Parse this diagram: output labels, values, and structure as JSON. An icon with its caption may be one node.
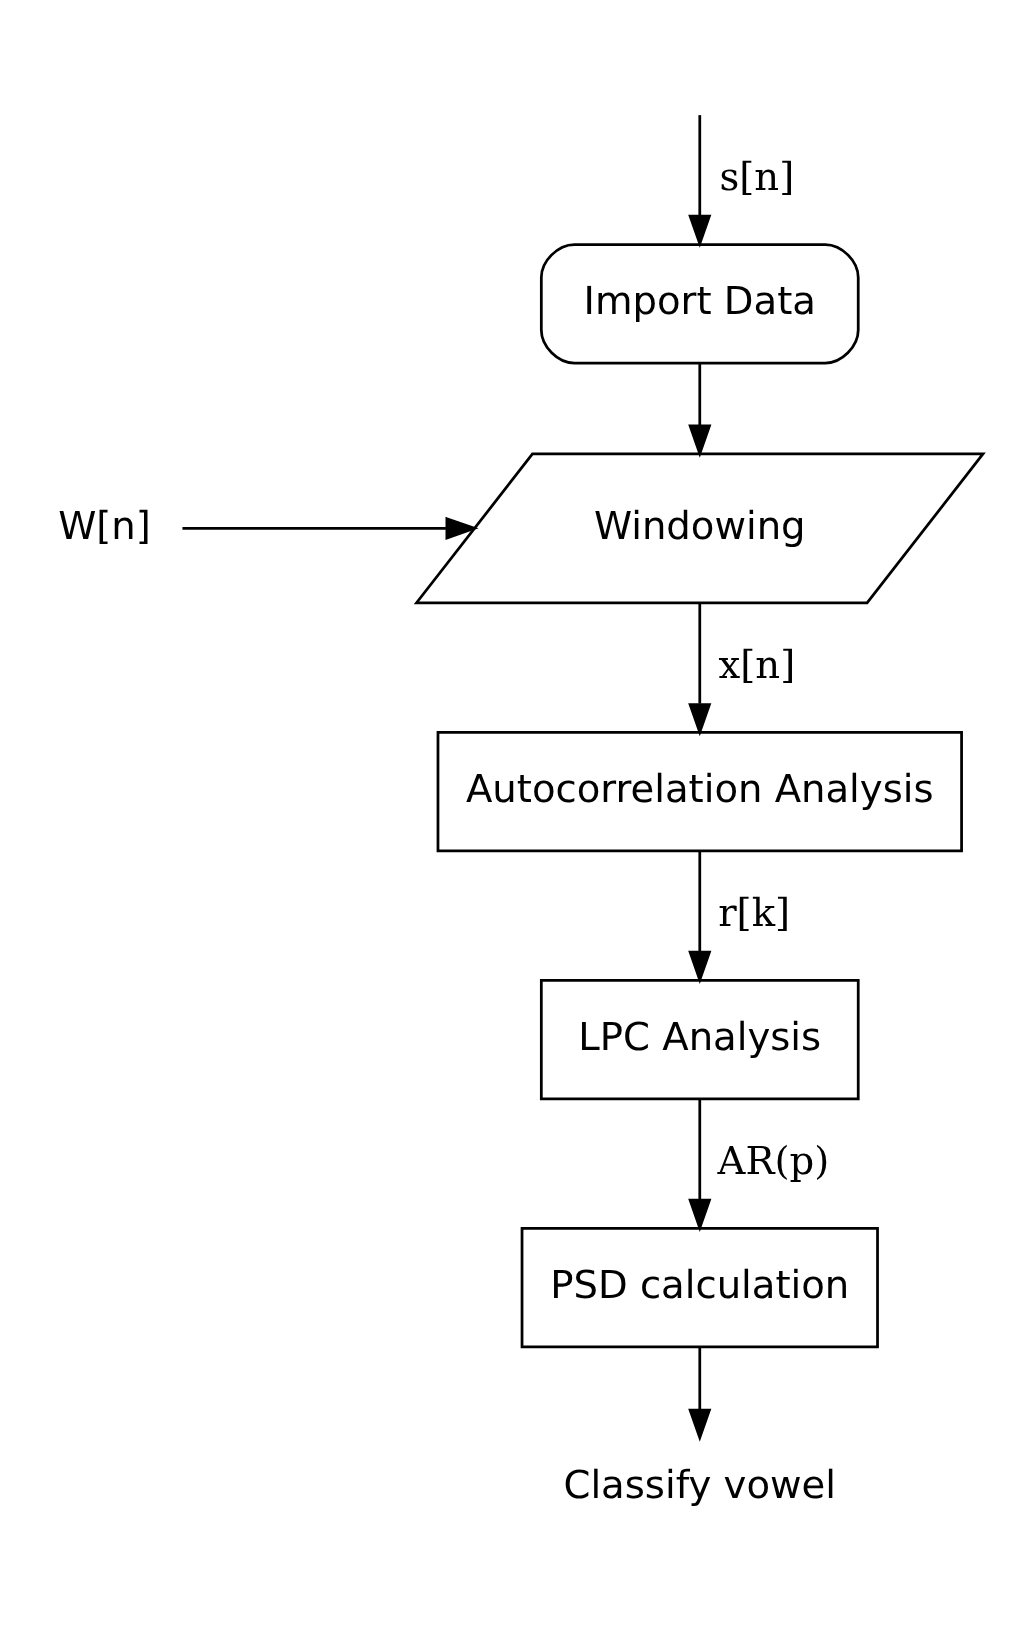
{
  "diagram": {
    "nodes": [
      {
        "text": [
          "Import Data"
        ]
      },
      {
        "text": [
          "W[n]"
        ]
      },
      {
        "text": [
          "Windowing"
        ]
      },
      {
        "text": [
          "Autocorrelation Analysis"
        ]
      },
      {
        "text": [
          "LPC Analysis"
        ]
      },
      {
        "text": [
          "PSD calculation"
        ]
      },
      {
        "text": [
          "Classify vowel"
        ]
      }
    ],
    "edges": [
      {
        "from": null,
        "to": 0,
        "arrow": "to",
        "label": "s[n]"
      },
      {
        "from": 0,
        "to": 2,
        "arrow": "to"
      },
      {
        "from": 1,
        "to": 2,
        "arrow": "to"
      },
      {
        "from": 2,
        "to": 3,
        "arrow": "to",
        "label": "x[n]"
      },
      {
        "from": 3,
        "to": 4,
        "arrow": "to",
        "label": "r[k]"
      },
      {
        "from": 4,
        "to": 5,
        "arrow": "to",
        "label": "AR(p)"
      },
      {
        "from": 5,
        "to": 6,
        "arrow": "to"
      }
    ]
  }
}
